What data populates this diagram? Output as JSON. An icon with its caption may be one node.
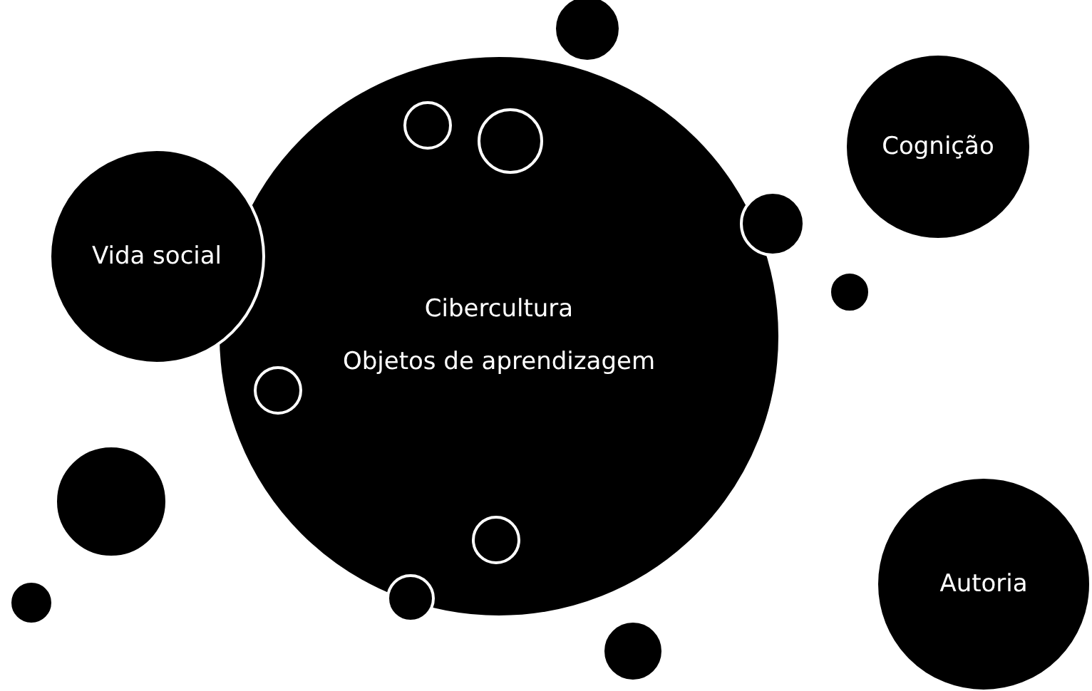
{
  "diagram": {
    "nodes": [
      {
        "text": [
          "Cibercultura",
          "Objetos de aprendizagem"
        ]
      },
      {
        "text": [
          "Vida social"
        ]
      },
      {
        "text": [
          "Cognição"
        ]
      },
      {
        "text": [
          "Autoria"
        ]
      },
      {
        "text": [],
        "shape": "circle"
      },
      {
        "text": [],
        "shape": "circle",
        "in": 0
      },
      {
        "text": [],
        "shape": "circle",
        "in": 0
      },
      {
        "text": [],
        "shape": "circle"
      },
      {
        "text": [],
        "shape": "circle"
      },
      {
        "text": [],
        "shape": "circle",
        "in": 0
      },
      {
        "text": [],
        "shape": "circle"
      },
      {
        "text": [],
        "shape": "circle",
        "in": 0
      },
      {
        "text": [],
        "shape": "circle"
      },
      {
        "text": [],
        "shape": "circle"
      },
      {
        "text": [],
        "shape": "circle"
      }
    ]
  }
}
